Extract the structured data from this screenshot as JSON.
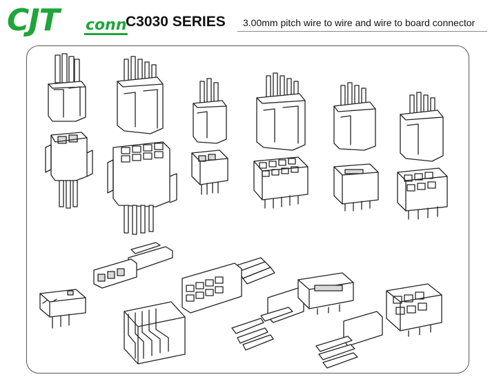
{
  "header": {
    "logo_main": "CJT",
    "logo_sub": "conn",
    "series_title": "C3030 SERIES",
    "description": "3.00mm pitch wire to wire and wire to board connector"
  },
  "colors": {
    "brand_green": "#1fa53a",
    "line": "#222222",
    "frame_border": "#555555"
  },
  "parts": [
    {
      "icon": "housing-1x2-icon"
    },
    {
      "icon": "housing-2x4-icon"
    },
    {
      "icon": "housing-1x2-small-icon"
    },
    {
      "icon": "housing-2x3-icon"
    },
    {
      "icon": "housing-1x3-icon"
    },
    {
      "icon": "housing-2x4-b-icon"
    },
    {
      "icon": "receptacle-2x2-icon"
    },
    {
      "icon": "receptacle-2x4-icon"
    },
    {
      "icon": "header-2x3-small-icon"
    },
    {
      "icon": "header-2x5-icon"
    },
    {
      "icon": "header-1x3-icon"
    },
    {
      "icon": "header-2x4-icon"
    },
    {
      "icon": "wire-connector-1x3-icon"
    },
    {
      "icon": "wire-connector-2x6-icon"
    },
    {
      "icon": "board-header-1x4-icon"
    },
    {
      "icon": "board-header-2x5-icon"
    },
    {
      "icon": "wire-plug-1x3-icon"
    },
    {
      "icon": "smt-header-1x3-icon"
    },
    {
      "icon": "wire-plug-2x3-icon"
    },
    {
      "icon": "smt-header-2x3-icon"
    }
  ]
}
